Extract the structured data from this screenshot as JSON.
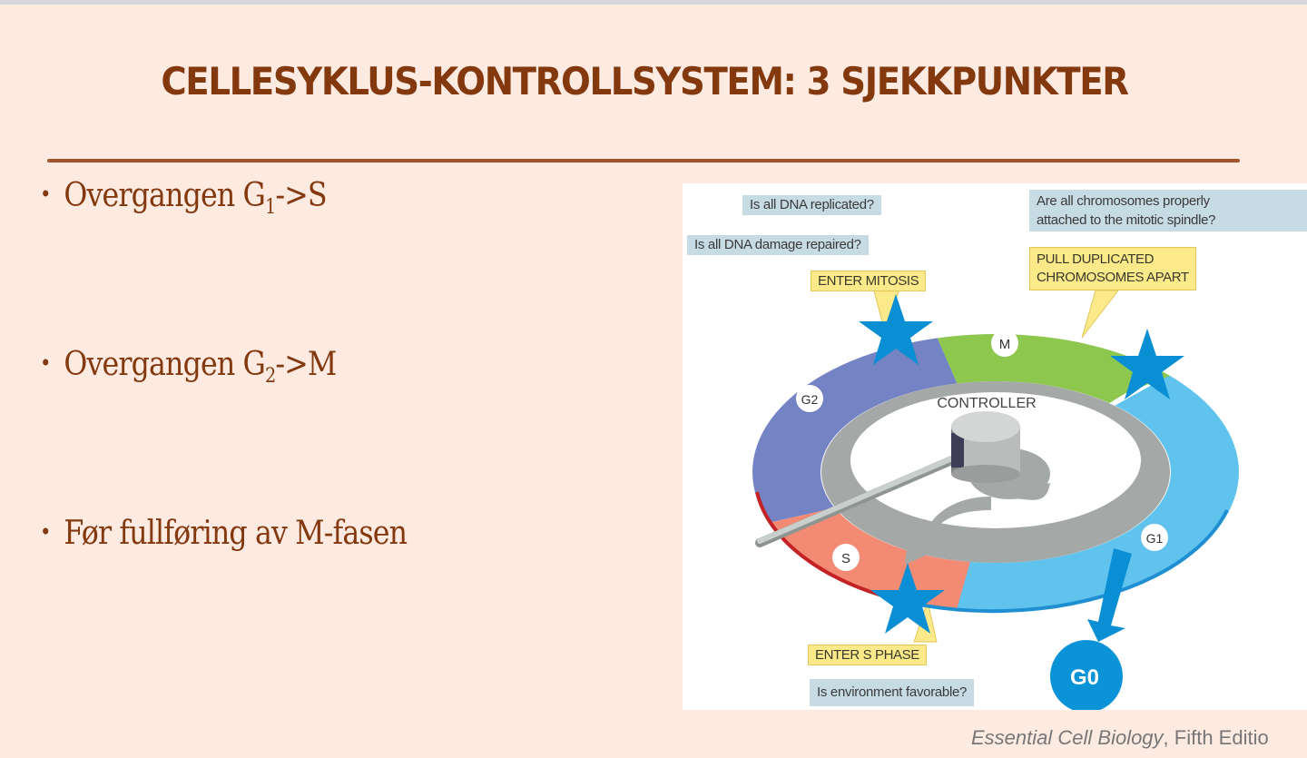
{
  "slide": {
    "title": "CELLESYKLUS-KONTROLLSYSTEM: 3 SJEKKPUNKTER",
    "bullets": [
      {
        "marker": "•",
        "text_before": "Overgangen G",
        "subscript": "1",
        "text_after": "->S"
      },
      {
        "marker": "•",
        "text_before": "Overgangen G",
        "subscript": "2",
        "text_after": "->M"
      },
      {
        "marker": "•",
        "text_before": "Før fullføring av M-fasen",
        "subscript": "",
        "text_after": ""
      }
    ],
    "caption": {
      "italic": "Essential Cell Biology",
      "rest": ", Fifth Editio"
    }
  },
  "figure": {
    "questions": {
      "dna_replicated": "Is all DNA replicated?",
      "dna_damage": "Is all DNA damage repaired?",
      "chromosomes_line1": "Are all chromosomes properly",
      "chromosomes_line2": "attached to the mitotic spindle?",
      "environment": "Is environment favorable?"
    },
    "actions": {
      "enter_mitosis": "ENTER MITOSIS",
      "pull_line1": "PULL DUPLICATED",
      "pull_line2": "CHROMOSOMES APART",
      "enter_s": "ENTER S PHASE"
    },
    "phases": {
      "m": "M",
      "g2": "G2",
      "s": "S",
      "g1": "G1",
      "g0": "G0"
    },
    "controller_label": "CONTROLLER",
    "colors": {
      "m_phase": "#8dc74e",
      "g2_phase": "#7383c4",
      "s_phase": "#f28a74",
      "g1_phase": "#5fc3ee",
      "checkpoint_star": "#0a8fd4",
      "g0_circle": "#0a93d6",
      "controller_ring": "#a4a8a6",
      "question_box": "#c7dbe5",
      "action_box": "#fbe98a"
    }
  }
}
